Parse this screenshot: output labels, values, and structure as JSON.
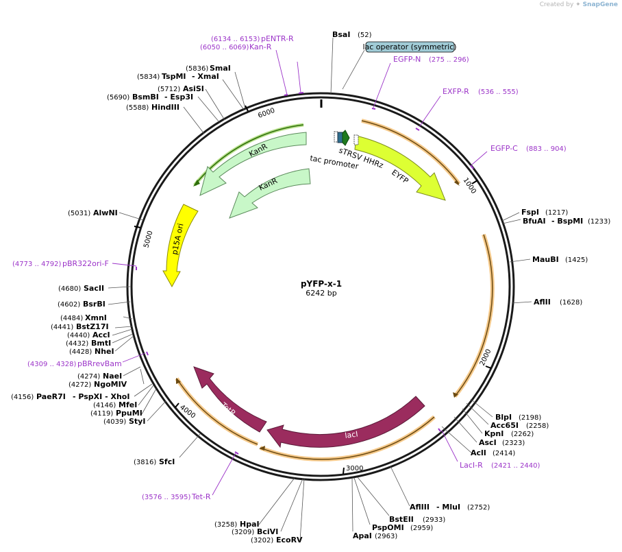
{
  "watermark": {
    "created_by": "Created by",
    "brand": "SnapGene"
  },
  "plasmid": {
    "name": "pYFP-x-1",
    "length_label": "6242 bp",
    "length": 6242
  },
  "ticks": [
    "1000",
    "2000",
    "3000",
    "4000",
    "5000",
    "6000"
  ],
  "features": {
    "kanr_outer": "KanR",
    "kanr_inner": "KanR",
    "p15a_ori": "p15A ori",
    "tetr": "TetR",
    "laci": "lacI",
    "eyfp": "EYFP",
    "tac_promoter": "tac promoter",
    "strsv": "sTRSV HHRz",
    "lac_operator": "lac operator (symmetric)"
  },
  "sites": [
    {
      "name": "BsaI",
      "pos": "(52)"
    },
    {
      "name": "SmaI",
      "pos": "(5836)"
    },
    {
      "name": "TspMI",
      "pos": "(5834)",
      "extra": "- XmaI"
    },
    {
      "name": "AsiSI",
      "pos": "(5712)"
    },
    {
      "name": "BsmBI",
      "pos": "(5690)",
      "extra": "- Esp3I"
    },
    {
      "name": "HindIII",
      "pos": "(5588)"
    },
    {
      "name": "AlwNI",
      "pos": "(5031)"
    },
    {
      "name": "SacII",
      "pos": "(4680)"
    },
    {
      "name": "BsrBI",
      "pos": "(4602)"
    },
    {
      "name": "XmnI",
      "pos": "(4484)"
    },
    {
      "name": "BstZ17I",
      "pos": "(4441)"
    },
    {
      "name": "AccI",
      "pos": "(4440)"
    },
    {
      "name": "BmtI",
      "pos": "(4432)"
    },
    {
      "name": "NheI",
      "pos": "(4428)"
    },
    {
      "name": "NaeI",
      "pos": "(4274)"
    },
    {
      "name": "NgoMIV",
      "pos": "(4272)"
    },
    {
      "name": "PaeR7I",
      "pos": "(4156)",
      "extra": "- PspXI   - XhoI"
    },
    {
      "name": "MfeI",
      "pos": "(4146)"
    },
    {
      "name": "PpuMI",
      "pos": "(4119)"
    },
    {
      "name": "StyI",
      "pos": "(4039)"
    },
    {
      "name": "SfcI",
      "pos": "(3816)"
    },
    {
      "name": "HpaI",
      "pos": "(3258)"
    },
    {
      "name": "BciVI",
      "pos": "(3209)"
    },
    {
      "name": "EcoRV",
      "pos": "(3202)"
    },
    {
      "name": "ApaI",
      "pos": "(2963)"
    },
    {
      "name": "PspOMI",
      "pos": "(2959)"
    },
    {
      "name": "BstEII",
      "pos": "(2933)"
    },
    {
      "name": "AflIII",
      "pos": "(2752)",
      "extra": "- MluI"
    },
    {
      "name": "AclI",
      "pos": "(2414)"
    },
    {
      "name": "AscI",
      "pos": "(2323)"
    },
    {
      "name": "KpnI",
      "pos": "(2262)"
    },
    {
      "name": "Acc65I",
      "pos": "(2258)"
    },
    {
      "name": "BlpI",
      "pos": "(2198)"
    },
    {
      "name": "AflII",
      "pos": "(1628)"
    },
    {
      "name": "MauBI",
      "pos": "(1425)"
    },
    {
      "name": "BfuAI",
      "pos": "(1233)",
      "extra": "- BspMI"
    },
    {
      "name": "FspI",
      "pos": "(1217)"
    }
  ],
  "primers": [
    {
      "name": "pENTR-R",
      "range": "(6134 .. 6153)"
    },
    {
      "name": "Kan-R",
      "range": "(6050 .. 6069)"
    },
    {
      "name": "EGFP-N",
      "range": "(275 .. 296)"
    },
    {
      "name": "EXFP-R",
      "range": "(536 .. 555)"
    },
    {
      "name": "EGFP-C",
      "range": "(883 .. 904)"
    },
    {
      "name": "pBR322ori-F",
      "range": "(4773 .. 4792)"
    },
    {
      "name": "pBRrevBam",
      "range": "(4309 .. 4328)"
    },
    {
      "name": "LacI-R",
      "range": "(2421 .. 2440)"
    },
    {
      "name": "Tet-R",
      "range": "(3576 .. 3595)"
    }
  ],
  "colors": {
    "backbone": "#1a1a1a",
    "kanr": "#c8f7c8",
    "kanr_stroke": "#5a8a5a",
    "p15a": "#ffff00",
    "eyfp": "#ddff33",
    "tetr": "#9b2c5e",
    "primer": "#9b33c8",
    "orange_highlight": "#f5c98a",
    "orange_line": "#c8870f",
    "green_line": "#2e6e0a",
    "lac_operator_fill": "#a0cbd6"
  }
}
